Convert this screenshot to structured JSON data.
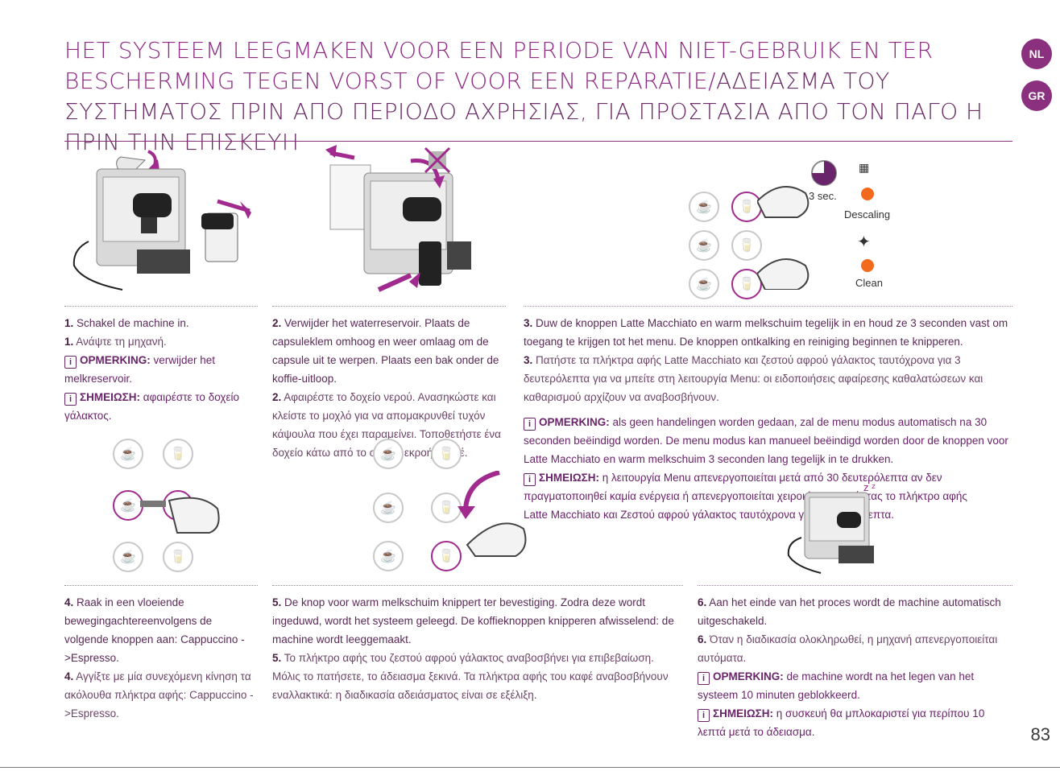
{
  "header": {
    "title_nl": "HET SYSTEEM LEEGMAKEN VOOR EEN PERIODE VAN NIET-GEBRUIK EN TER BESCHERMING TEGEN VORST OF VOOR EEN REPARATIE",
    "title_separator": "/",
    "title_gr": "ΑΔΕΙΑΣΜΑ ΤΟΥ ΣΥΣΤΗΜΑΤΟΣ ΠΡΙΝ ΑΠΟ ΠΕΡΙΟΔΟ ΑΧΡΗΣΙΑΣ, ΓΙΑ ΠΡΟΣΤΑΣΙΑ ΑΠΟ ΤΟΝ ΠΑΓΟ Η ΠΡΙΝ ΤΗΝ ΕΠΙΣΚΕΥΗ"
  },
  "languages": [
    "NL",
    "GR"
  ],
  "illustration_labels": {
    "timer": "3 sec.",
    "descaling": "Descaling",
    "clean": "Clean"
  },
  "steps": {
    "s1": {
      "num": "1.",
      "nl": "Schakel de machine in.",
      "gr": "Ανάψτε τη μηχανή.",
      "note_nl_label": "OPMERKING:",
      "note_nl": "verwijder het melkreservoir.",
      "note_gr_label": "ΣΗΜΕΙΩΣΗ:",
      "note_gr": "αφαιρέστε το δοχείο γάλακτος."
    },
    "s2": {
      "num": "2.",
      "nl": "Verwijder het waterreservoir. Plaats de capsuleklem omhoog en weer omlaag om de capsule uit te werpen. Plaats een bak onder de koffie-uitloop.",
      "gr": "Αφαιρέστε το δοχείο νερού. Ανασηκώστε και κλείστε το μοχλό για να απομακρυνθεί τυχόν κάψουλα που έχει παραμείνει. Τοποθετήστε ένα δοχείο κάτω από το στόμιο εκροής καφέ."
    },
    "s3": {
      "num": "3.",
      "nl": "Duw de knoppen Latte Macchiato en warm melkschuim tegelijk in en houd ze 3 seconden vast om toegang te krijgen tot het menu. De knoppen ontkalking en reiniging beginnen te knipperen.",
      "gr": "Πατήστε τα πλήκτρα αφής Latte Macchiato και ζεστού αφρού γάλακτος ταυτόχρονα για 3 δευτερόλεπτα για να μπείτε στη λειτουργία Menu: οι ειδοποιήσεις αφαίρεσης καθαλατώσεων και καθαρισμού αρχίζουν να αναβοσβήνουν.",
      "note_nl_label": "OPMERKING:",
      "note_nl": "als geen handelingen worden gedaan, zal de menu modus automatisch na 30 seconden beëindigd worden. De menu modus kan manueel beëindigd worden door de knoppen voor Latte Macchiato en warm melkschuim 3 seconden lang tegelijk in te drukken.",
      "note_gr_label": "ΣΗΜΕΙΩΣΗ:",
      "note_gr": "η λειτουργία Menu απενεργοποιείται μετά από 30 δευτερόλεπτα αν δεν πραγματοποιηθεί καμία ενέργεια ή απενεργοποιείται χειροκίνητα πατώντας το πλήκτρο αφής  Latte Macchiato και Ζεστού αφρού γάλακτος ταυτόχρονα για 3 δευτερόλεπτα."
    },
    "s4": {
      "num": "4.",
      "nl": "Raak in een vloeiende bewegingachtereenvolgens de volgende knoppen aan: Cappuccino ->Espresso.",
      "gr": "Αγγίξτε με μία συνεχόμενη κίνηση τα ακόλουθα πλήκτρα αφής: Cappuccino ->Espresso."
    },
    "s5": {
      "num": "5.",
      "nl": "De knop voor warm melkschuim knippert ter bevestiging. Zodra deze wordt ingeduwd, wordt het systeem geleegd. De koffieknoppen knipperen afwisselend: de machine wordt leeggemaakt.",
      "gr": "Το πλήκτρο αφής του ζεστού αφρού γάλακτος αναβοσβήνει για επιβεβαίωση. Μόλις το πατήσετε, το άδειασμα ξεκινά. Τα πλήκτρα αφής του καφέ αναβοσβήνουν εναλλακτικά: η διαδικασία αδειάσματος είναι σε εξέλιξη."
    },
    "s6": {
      "num": "6.",
      "nl": "Aan het einde van het proces wordt de machine automatisch uitgeschakeld.",
      "gr": "Όταν η διαδικασία ολοκληρωθεί, η μηχανή απενεργοποιείται αυτόματα.",
      "note_nl_label": "OPMERKING:",
      "note_nl": "de machine wordt na het legen van het systeem 10 minuten geblokkeerd.",
      "note_gr_label": "ΣΗΜΕΙΩΣΗ:",
      "note_gr": "η συσκευή θα μπλοκαριστεί για περίπου 10 λεπτά μετά το άδειασμα."
    }
  },
  "page_number": "83",
  "colors": {
    "accent": "#8b2f7f",
    "text": "#5a2a57",
    "orange_light": "#f36a1d"
  }
}
